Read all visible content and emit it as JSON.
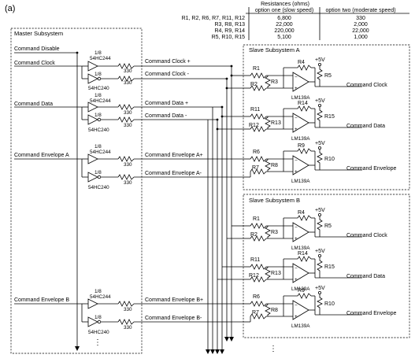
{
  "figure_label": "(a)",
  "table": {
    "title": "Resistances (ohms)",
    "headers": [
      "option one (slow speed)",
      "option two (moderate speed)"
    ],
    "rows": [
      {
        "resistors": "R1, R2, R6, R7, R11, R12",
        "option_one": "6,800",
        "option_two": "330"
      },
      {
        "resistors": "R3, R8, R13",
        "option_one": "22,000",
        "option_two": "2,000"
      },
      {
        "resistors": "R4, R9, R14",
        "option_one": "220,000",
        "option_two": "22,000"
      },
      {
        "resistors": "R5, R10, R15",
        "option_one": "5,100",
        "option_two": "1,000"
      }
    ]
  },
  "master": {
    "title": "Master Subsystem",
    "command_disable": "Command Disable",
    "inputs": [
      "Command Clock",
      "Command Data",
      "Command Envelope A",
      "Command Envelope B"
    ],
    "buffer_fraction": "1/8",
    "buffer_part": "54HC244",
    "inverter_part": "54HC240",
    "resistor_value": "330",
    "outputs": [
      [
        "Command Clock +",
        "Command Clock -"
      ],
      [
        "Command Data +",
        "Command Data -"
      ],
      [
        "Command Envelope A+",
        "Command Envelope A-"
      ],
      [
        "Command Envelope B+",
        "Command Envelope B-"
      ]
    ]
  },
  "slave_a": {
    "title": "Slave Subsystem A",
    "supply": "+5V",
    "comparator": "LM139A",
    "channels": [
      {
        "r_top": "R1",
        "r_bottom": "R2",
        "r_shunt": "R3",
        "r_feedback": "R4",
        "r_pullup": "R5",
        "output": "Command Clock"
      },
      {
        "r_top": "R11",
        "r_bottom": "R12",
        "r_shunt": "R13",
        "r_feedback": "R14",
        "r_pullup": "R15",
        "output": "Command Data"
      },
      {
        "r_top": "R6",
        "r_bottom": "R7",
        "r_shunt": "R8",
        "r_feedback": "R9",
        "r_pullup": "R10",
        "output": "Command Envelope"
      }
    ]
  },
  "slave_b": {
    "title": "Slave Subsystem B",
    "supply": "+5V",
    "comparator": "LM139A",
    "channels": [
      {
        "r_top": "R1",
        "r_bottom": "R2",
        "r_shunt": "R3",
        "r_feedback": "R4",
        "r_pullup": "R5",
        "output": "Command Clock"
      },
      {
        "r_top": "R11",
        "r_bottom": "R12",
        "r_shunt": "R13",
        "r_feedback": "R14",
        "r_pullup": "R15",
        "output": "Command Data"
      },
      {
        "r_top": "R6",
        "r_bottom": "R7",
        "r_shunt": "R8",
        "r_feedback": "R9",
        "r_pullup": "R10",
        "output": "Command Envelope"
      }
    ]
  }
}
